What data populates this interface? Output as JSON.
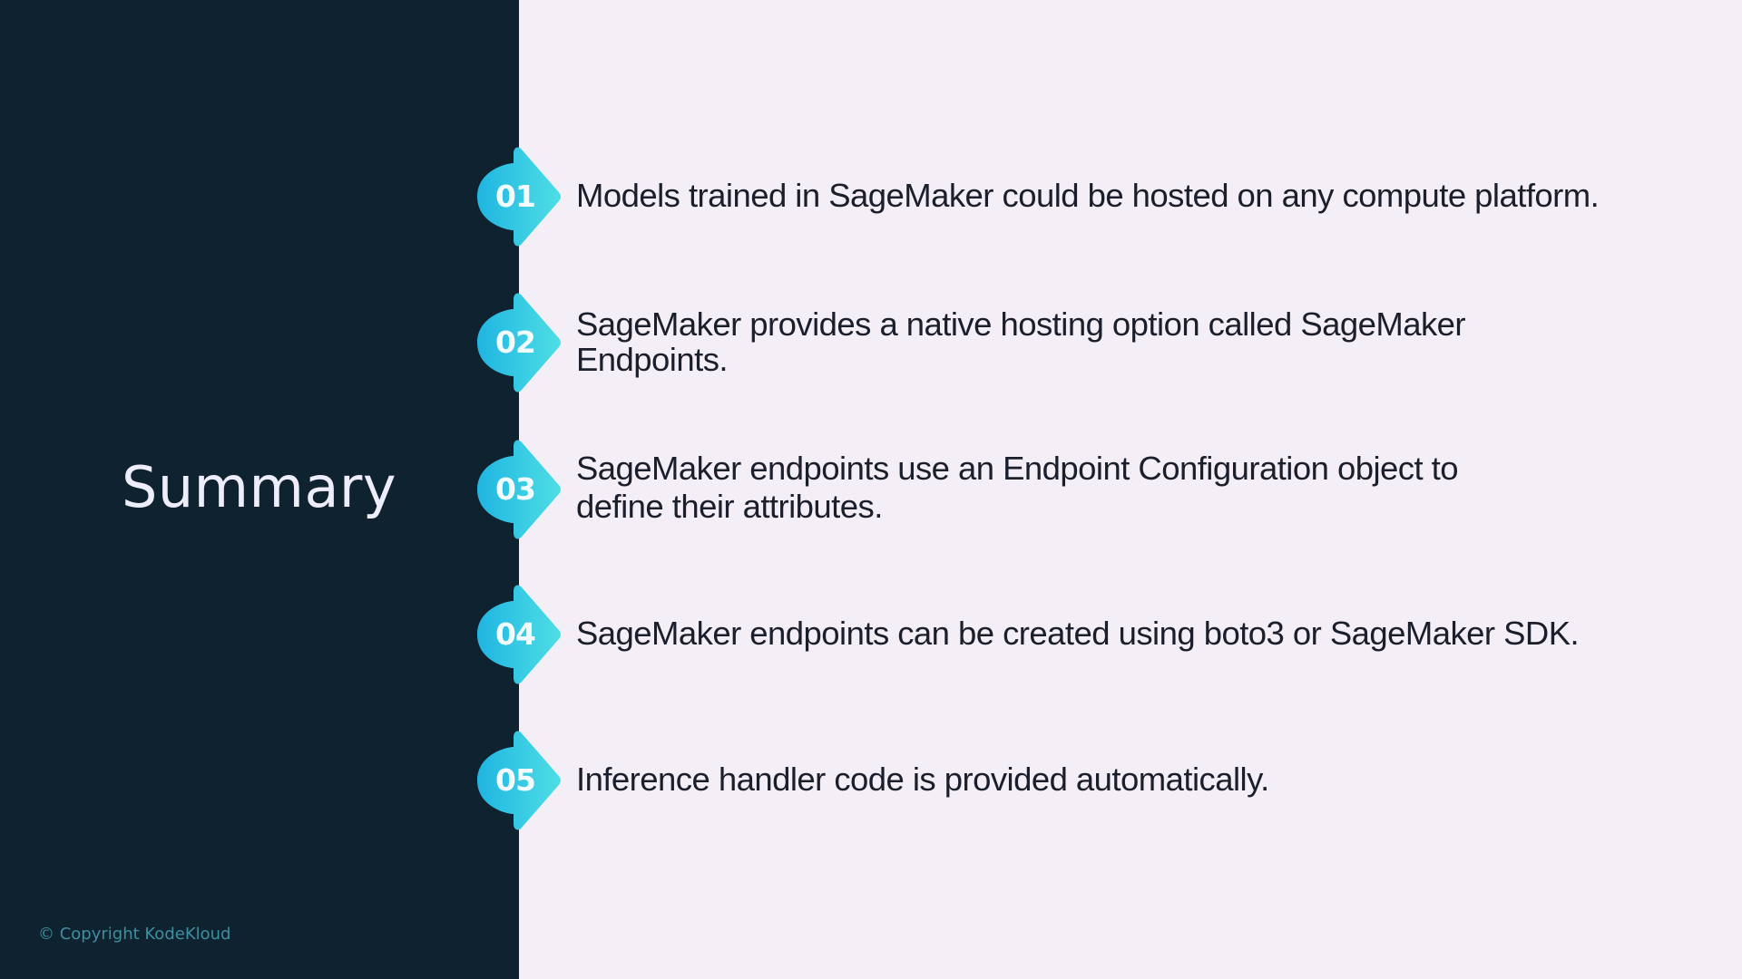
{
  "slide": {
    "title": "Summary",
    "copyright": "© Copyright KodeKloud",
    "colors": {
      "left_panel": "#0E2230",
      "background": "#F4EEF6",
      "badge_gradient_start": "#1FB8E3",
      "badge_gradient_end": "#4DDCE6",
      "text": "#1B1E2B",
      "title": "#EEEDFB",
      "copyright": "#3E8FA0"
    }
  },
  "items": [
    {
      "number": "01",
      "lines": [
        "Models trained in SageMaker could be hosted on any compute platform."
      ]
    },
    {
      "number": "02",
      "lines": [
        "SageMaker provides a native hosting option called SageMaker",
        "Endpoints."
      ]
    },
    {
      "number": "03",
      "lines": [
        "SageMaker endpoints use an Endpoint Configuration object to",
        "define their attributes."
      ]
    },
    {
      "number": "04",
      "lines": [
        "SageMaker endpoints can be created using boto3 or SageMaker SDK."
      ]
    },
    {
      "number": "05",
      "lines": [
        "Inference handler code is provided automatically."
      ]
    }
  ]
}
